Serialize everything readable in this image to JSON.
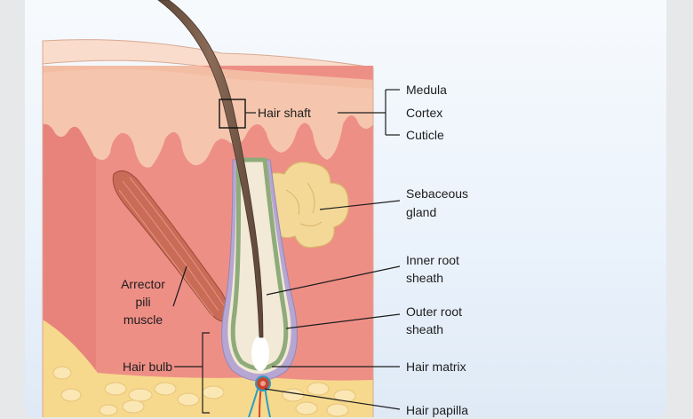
{
  "labels": {
    "hair_shaft": "Hair shaft",
    "medula": "Medula",
    "cortex": "Cortex",
    "cuticle": "Cuticle",
    "sebaceous_line1": "Sebaceous",
    "sebaceous_line2": "gland",
    "inner_root_line1": "Inner root",
    "inner_root_line2": "sheath",
    "outer_root_line1": "Outer root",
    "outer_root_line2": "sheath",
    "arrector_line1": "Arrector",
    "arrector_line2": "pili",
    "arrector_line3": "muscle",
    "hair_bulb": "Hair bulb",
    "hair_matrix": "Hair matrix",
    "hair_papilla": "Hair papilla"
  },
  "colors": {
    "epidermis_top": "#f7d5c0",
    "epidermis": "#f5c6ad",
    "dermis": "#ee8f86",
    "fat": "#f6d98d",
    "hair": "#6e5546",
    "inner_sheath": "#8fab7a",
    "outer_sheath": "#b6a6d2",
    "sebaceous": "#f3d898",
    "muscle": "#c96b57",
    "papilla": "#c8452f"
  }
}
